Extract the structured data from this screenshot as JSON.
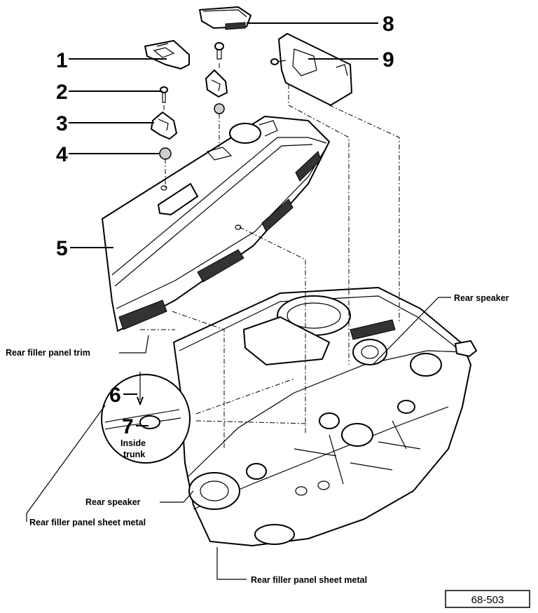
{
  "callouts": {
    "n1": "1",
    "n2": "2",
    "n3": "3",
    "n4": "4",
    "n5": "5",
    "n6": "6",
    "n7": "7",
    "n8": "8",
    "n9": "9"
  },
  "labels": {
    "rear_speaker_top": "Rear speaker",
    "rear_speaker_bottom": "Rear speaker",
    "trim": "Rear filler panel trim",
    "sheet_metal_left": "Rear filler panel sheet metal",
    "sheet_metal_bottom": "Rear filler panel sheet metal",
    "inside": "Inside",
    "trunk": "trunk"
  },
  "figure_ref": "68-503"
}
